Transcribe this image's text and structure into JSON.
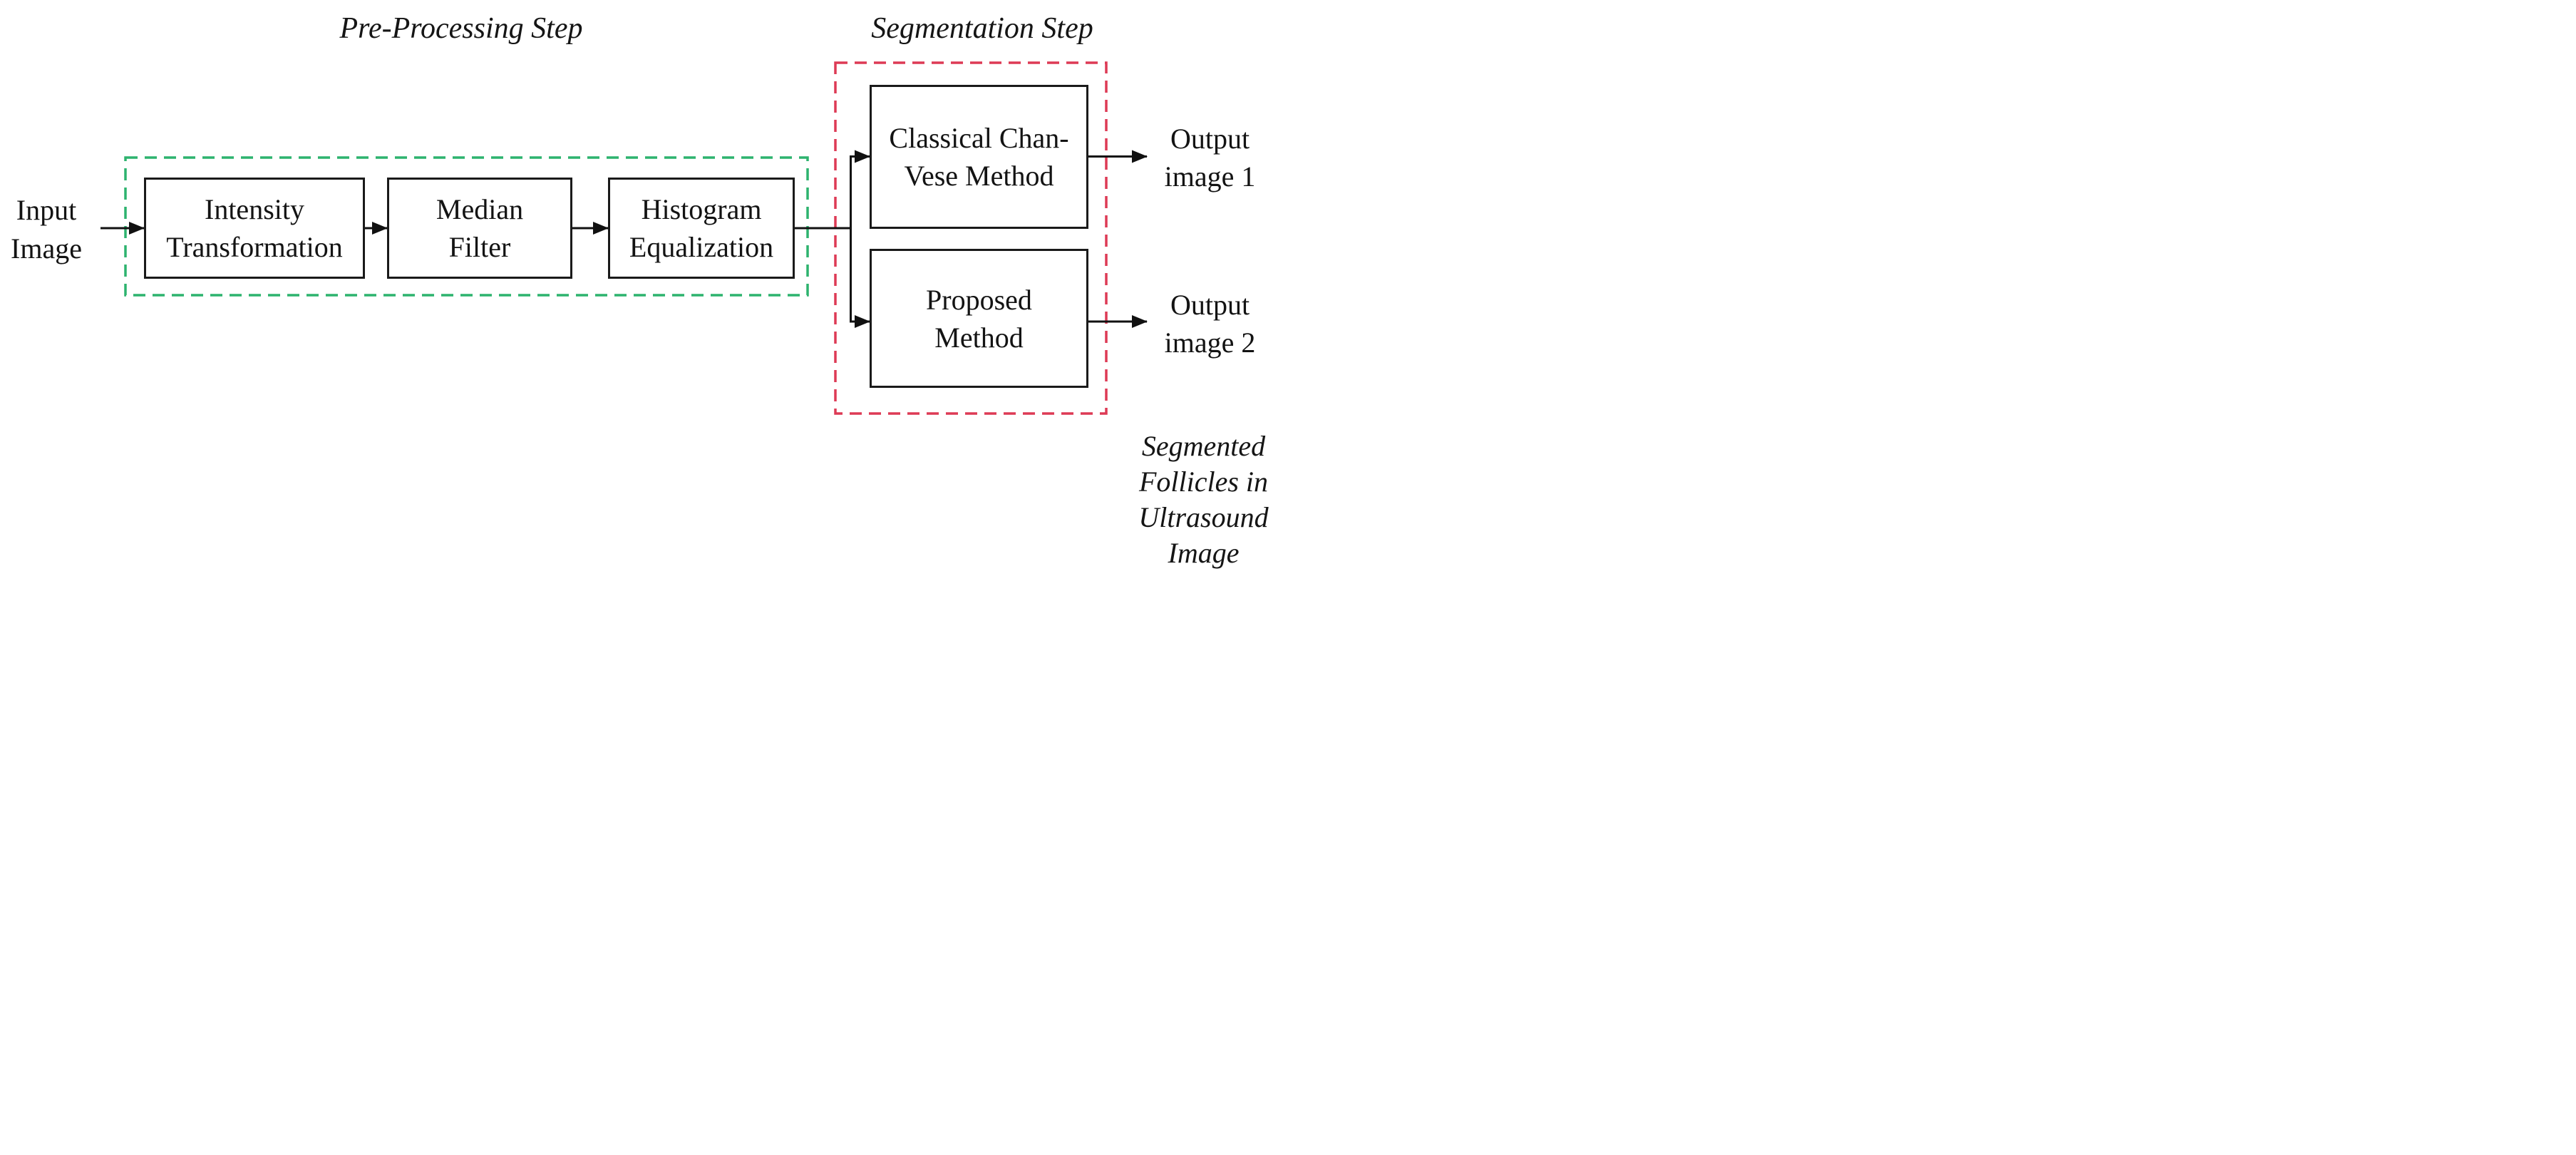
{
  "diagram": {
    "titles": {
      "preprocessing": "Pre-Processing Step",
      "segmentation": "Segmentation Step"
    },
    "input_label": {
      "line1": "Input",
      "line2": "Image"
    },
    "preprocessing_boxes": [
      {
        "line1": "Intensity",
        "line2": "Transformation"
      },
      {
        "line1": "Median",
        "line2": "Filter"
      },
      {
        "line1": "Histogram",
        "line2": "Equalization"
      }
    ],
    "segmentation_boxes": [
      {
        "line1": "Classical Chan-",
        "line2": "Vese Method"
      },
      {
        "line1": "Proposed",
        "line2": "Method"
      }
    ],
    "outputs": [
      {
        "line1": "Output",
        "line2": "image 1"
      },
      {
        "line1": "Output",
        "line2": "image 2"
      }
    ],
    "caption": {
      "line1": "Segmented",
      "line2": "Follicles in",
      "line3": "Ultrasound",
      "line4": "Image"
    },
    "colors": {
      "preprocessing_outline": "#2db36e",
      "segmentation_outline": "#dd3a55",
      "box_border": "#1a1a1a",
      "arrow": "#111111"
    }
  }
}
